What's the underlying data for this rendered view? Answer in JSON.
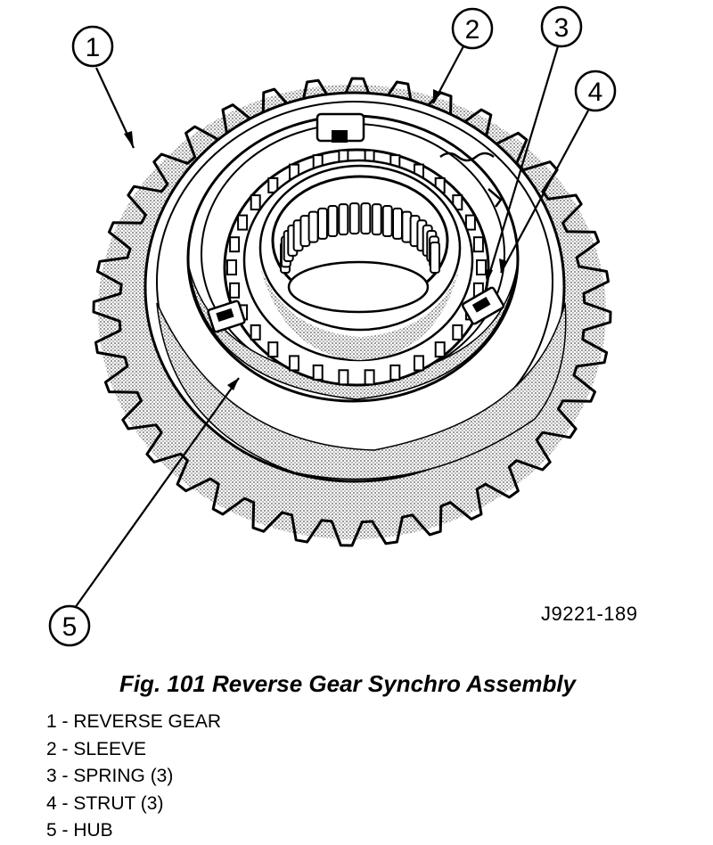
{
  "figure": {
    "callouts": [
      "1",
      "2",
      "3",
      "4",
      "5"
    ],
    "ref_code": "J9221-189",
    "caption": "Fig. 101 Reverse Gear Synchro Assembly"
  },
  "legend": [
    "1 - REVERSE GEAR",
    "2 - SLEEVE",
    "3 - SPRING (3)",
    "4 - STRUT (3)",
    "5 - HUB"
  ],
  "colors": {
    "ink": "#000000",
    "shade": "#c8c8c8",
    "paper": "#ffffff"
  }
}
